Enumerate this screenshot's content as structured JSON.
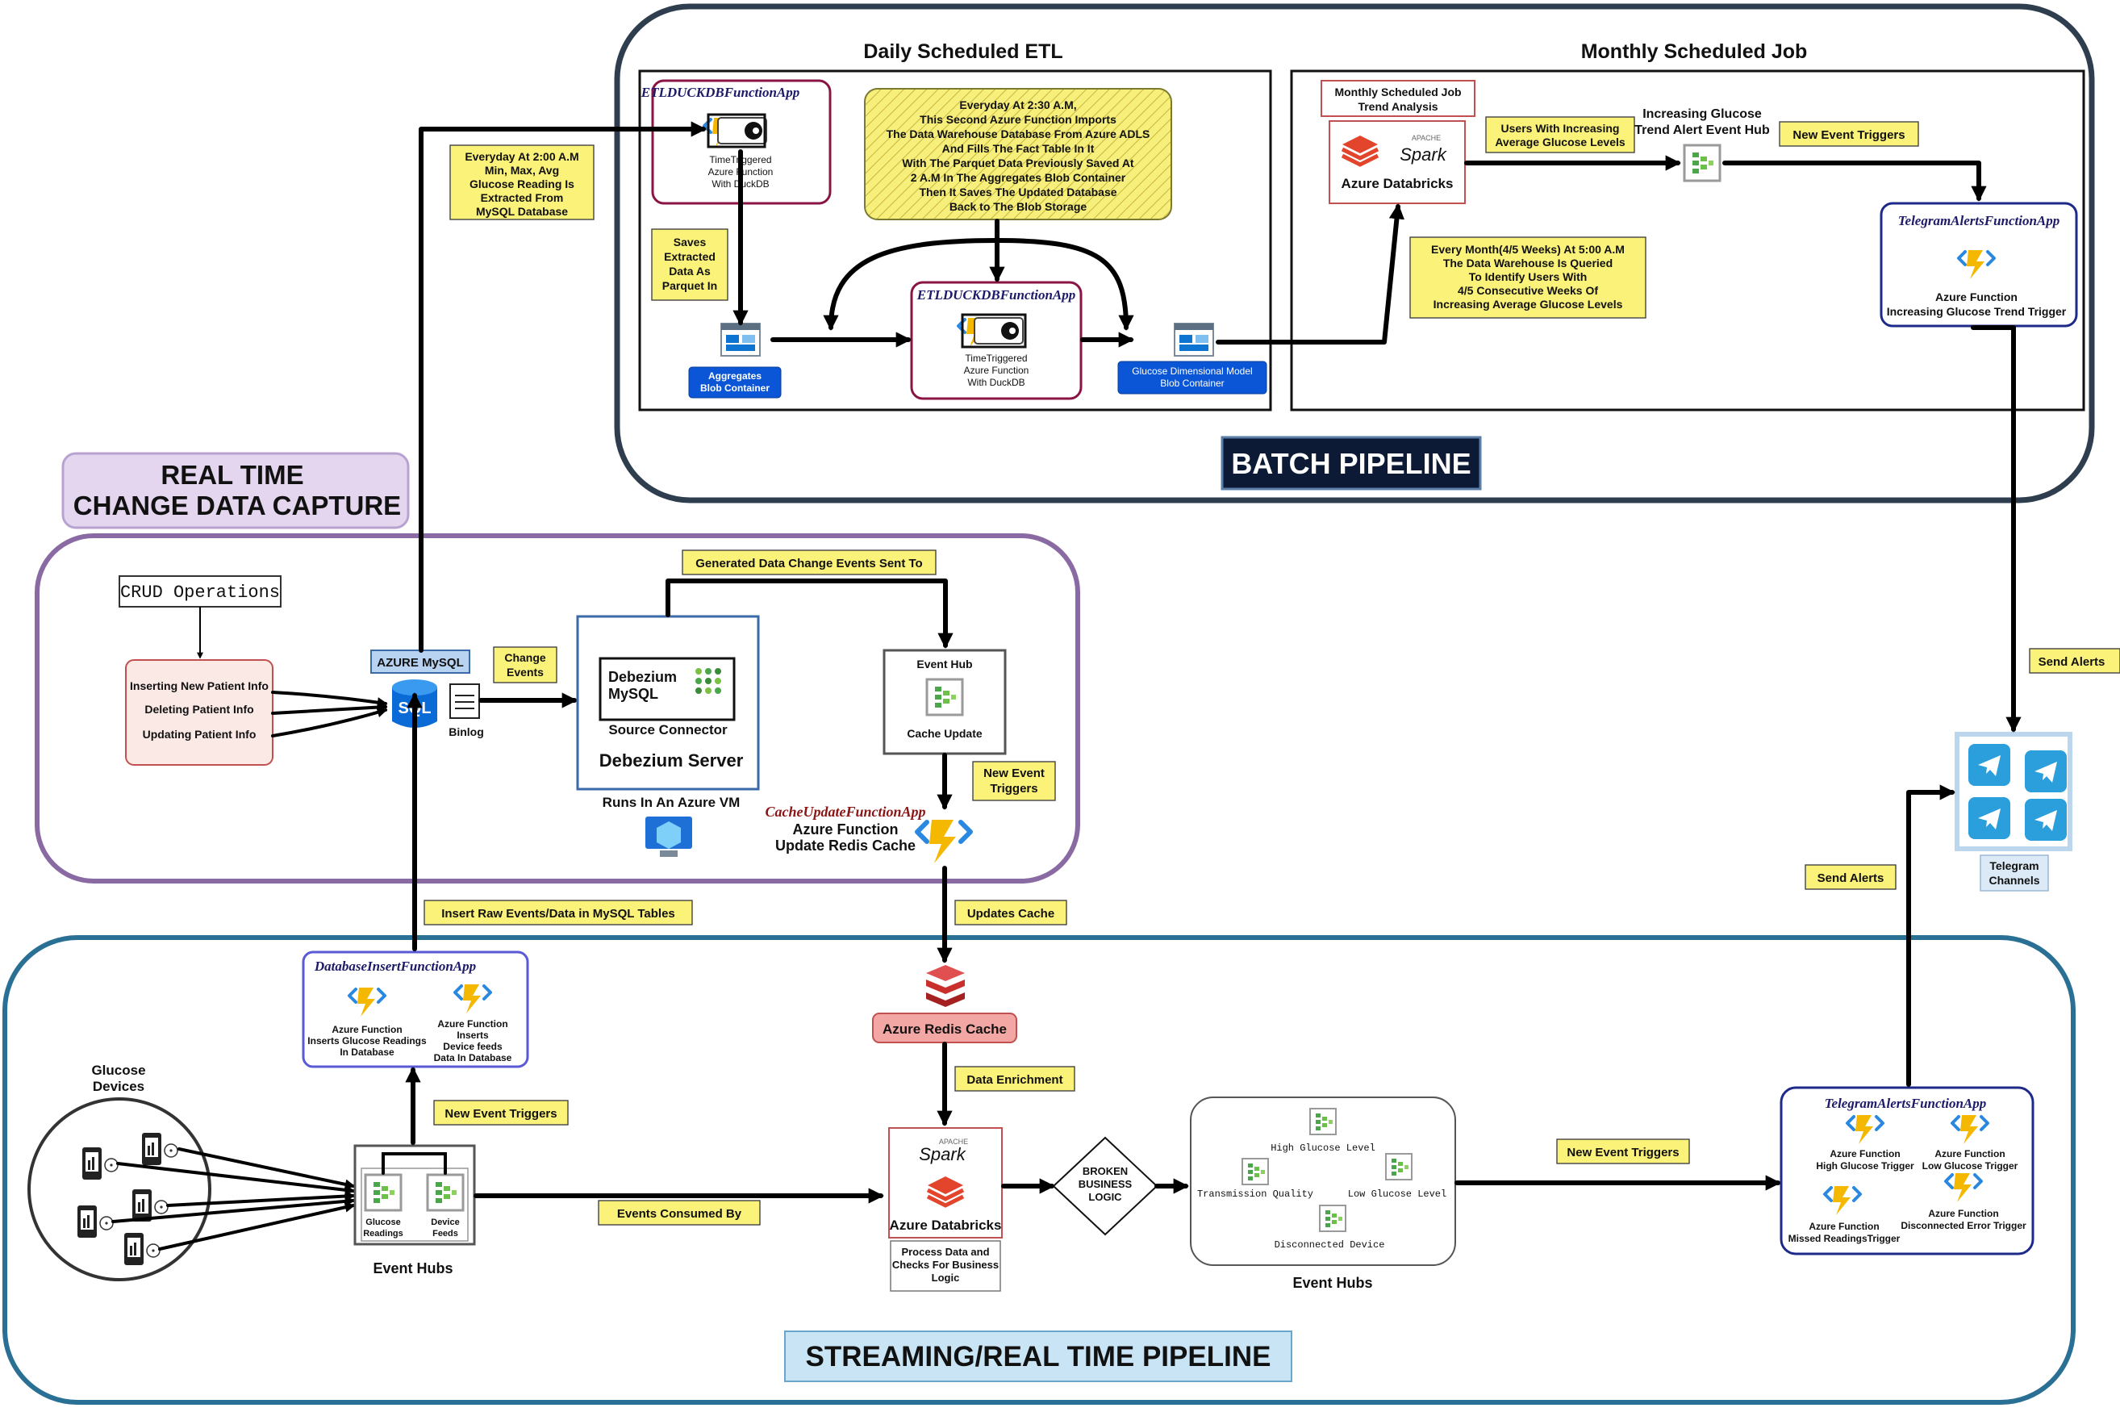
{
  "batch": {
    "title": "BATCH PIPELINE",
    "daily": {
      "title": "Daily Scheduled  ETL",
      "app1": {
        "name": "ETLDUCKDBFunctionApp",
        "label": [
          "TimeTriggered",
          "Azure Function",
          "With DuckDB"
        ]
      },
      "note_2am": [
        "Everyday At 2:00 A.M",
        "Min, Max, Avg",
        "Glucose Reading Is",
        "Extracted From",
        "MySQL Database"
      ],
      "note_parquet": [
        "Saves",
        "Extracted",
        "Data As",
        "Parquet In"
      ],
      "note_230": [
        "Everyday At 2:30 A.M,",
        "This Second Azure Function Imports",
        "The Data Warehouse Database From Azure ADLS",
        "And Fills The Fact Table In It",
        "With The Parquet Data Previously Saved At",
        "2 A.M In The Aggregates Blob Container",
        "Then It Saves The Updated Database",
        "Back to The Blob Storage"
      ],
      "agg_container": [
        "Aggregates",
        "Blob Container"
      ],
      "app2": {
        "name": "ETLDUCKDBFunctionApp",
        "label": [
          "TimeTriggered",
          "Azure Function",
          "With DuckDB"
        ]
      },
      "dim_container": [
        "Glucose Dimensional Model",
        "Blob Container"
      ]
    },
    "monthly": {
      "title": "Monthly Scheduled Job",
      "job_label": [
        "Monthly Scheduled Job",
        "Trend Analysis"
      ],
      "databricks": "Azure Databricks",
      "apache": "APACHE",
      "spark": "Spark",
      "note_users": [
        "Users With Increasing",
        "Average Glucose Levels"
      ],
      "hub_label": [
        "Increasing Glucose",
        "Trend Alert Event Hub"
      ],
      "note_new_event": "New Event Triggers",
      "note_month": [
        "Every Month(4/5 Weeks)  At 5:00 A.M",
        "The Data Warehouse Is Queried",
        "To Identify Users With",
        "4/5 Consecutive Weeks Of",
        "Increasing Average Glucose Levels"
      ],
      "telegram_app": {
        "name": "TelegramAlertsFunctionApp",
        "label": [
          "Azure Function",
          "Increasing Glucose Trend Trigger"
        ]
      }
    }
  },
  "cdc": {
    "title": [
      "REAL TIME",
      "CHANGE DATA CAPTURE"
    ],
    "crud": "CRUD Operations",
    "crud_items": [
      "Inserting New Patient Info",
      "Deleting Patient Info",
      "Updating Patient Info"
    ],
    "mysql_badge": "AZURE MySQL",
    "sql": "SQL",
    "binlog": "Binlog",
    "note_change": [
      "Change",
      "Events"
    ],
    "debezium": {
      "name": [
        "Debezium",
        "MySQL"
      ],
      "connector": "Source Connector",
      "server": "Debezium Server",
      "vm": "Runs In An Azure VM"
    },
    "note_generated": "Generated Data Change Events Sent To",
    "event_hub": {
      "title": "Event Hub",
      "label": "Cache Update"
    },
    "note_new_event": [
      "New Event",
      "Triggers"
    ],
    "cache_app": {
      "name": "CacheUpdateFunctionApp",
      "label": [
        "Azure Function",
        "Update Redis Cache"
      ]
    },
    "note_insert": "Insert Raw Events/Data in MySQL Tables",
    "note_updates": "Updates Cache"
  },
  "streaming": {
    "title": "STREAMING/REAL TIME PIPELINE",
    "devices": [
      "Glucose",
      "Devices"
    ],
    "db_app": {
      "name": "DatabaseInsertFunctionApp",
      "f1": [
        "Azure Function",
        "Inserts  Glucose Readings",
        "In Database"
      ],
      "f2": [
        "Azure Function",
        "Inserts",
        "Device feeds",
        "Data In Database"
      ]
    },
    "note_new_event_1": "New Event Triggers",
    "hubs": {
      "label": "Event Hubs",
      "h1": [
        "Glucose",
        "Readings"
      ],
      "h2": [
        "Device",
        "Feeds"
      ]
    },
    "note_consumed": "Events Consumed By",
    "redis": "Azure Redis Cache",
    "note_enrich": "Data Enrichment",
    "databricks": {
      "apache": "APACHE",
      "spark": "Spark",
      "name": "Azure Databricks",
      "desc": [
        "Process Data and",
        "Checks For Business",
        "Logic"
      ]
    },
    "broken": [
      "BROKEN",
      "BUSINESS",
      "LOGIC"
    ],
    "ev_hubs": {
      "high": "High Glucose Level",
      "trans": "Transmission Quality",
      "low": "Low Glucose Level",
      "disc": "Disconnected Device",
      "label": "Event Hubs"
    },
    "note_new_event_2": "New Event Triggers",
    "tg_app": {
      "name": "TelegramAlertsFunctionApp",
      "f1": [
        "Azure Function",
        "High Glucose Trigger"
      ],
      "f2": [
        "Azure Function",
        "Low Glucose Trigger"
      ],
      "f3": [
        "Azure Function",
        "Missed ReadingsTrigger"
      ],
      "f4": [
        "Azure Function",
        "Disconnected Error Trigger"
      ]
    }
  },
  "telegram": {
    "label": [
      "Telegram",
      "Channels"
    ],
    "note_send_1": "Send Alerts",
    "note_send_2": "Send Alerts"
  },
  "colors": {
    "note": "#fbf27a",
    "batch_border": "#2e3e4f",
    "cdc_border": "#8a6aa3",
    "stream_border": "#2a6f94",
    "cdc_title_bg": "#e4d6ee",
    "stream_title_bg": "#c9e4f4",
    "function_bolt": "#2b88e0",
    "container_blue": "#0a56d6",
    "event_hub_green": "#4aa54b",
    "redis_red": "#c9302c",
    "databricks_red": "#e2442c"
  },
  "icons": [
    "function-bolt-icon",
    "duckdb-icon",
    "blob-container-icon",
    "event-hub-icon",
    "databricks-icon",
    "spark-icon",
    "sql-icon",
    "document-icon",
    "vm-monitor-icon",
    "redis-icon",
    "telegram-icon",
    "device-icon"
  ]
}
